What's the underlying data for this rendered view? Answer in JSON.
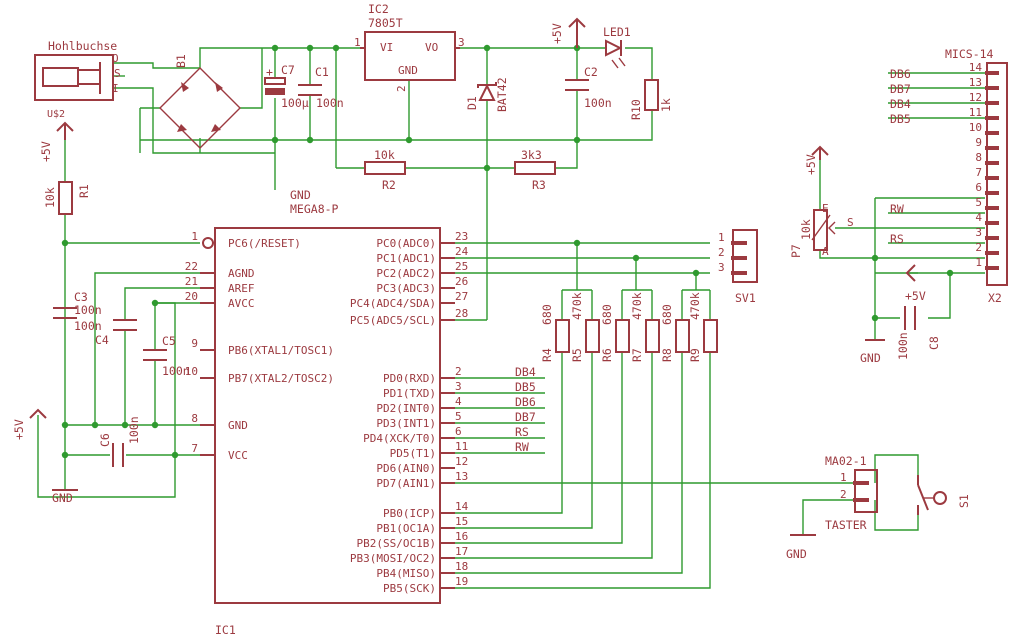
{
  "colors": {
    "symbol": "#9c3a40",
    "wire": "#2f9a2f",
    "background": "#ffffff"
  },
  "parts": {
    "hohlbuchse": {
      "name": "Hohlbuchse",
      "ref": "U$2",
      "pins": [
        "O",
        "S",
        "I"
      ]
    },
    "b1": {
      "name": "B1"
    },
    "c7": {
      "name": "C7",
      "value": "100µ"
    },
    "c1": {
      "name": "C1",
      "value": "100n"
    },
    "ic2": {
      "name": "IC2",
      "value": "7805T",
      "vi": "VI",
      "vo": "VO",
      "gnd": "GND",
      "pin1": "1",
      "pin2": "2",
      "pin3": "3"
    },
    "d1": {
      "name": "D1",
      "value": "BAT42"
    },
    "c2": {
      "name": "C2",
      "value": "100n"
    },
    "led1": {
      "name": "LED1"
    },
    "r10": {
      "name": "R10",
      "value": "1k"
    },
    "r1": {
      "name": "R1",
      "value": "10k"
    },
    "r2": {
      "name": "R2",
      "value": "10k"
    },
    "r3": {
      "name": "R3",
      "value": "3k3"
    },
    "c3": {
      "name": "C3",
      "value": "100n"
    },
    "c4": {
      "name": "C4",
      "value": "100n"
    },
    "c5": {
      "name": "C5",
      "value": "100n"
    },
    "c6": {
      "name": "C6",
      "value": "100n"
    },
    "c8": {
      "name": "C8",
      "value": "100n"
    },
    "sv1": {
      "name": "SV1",
      "pins": [
        "1",
        "2",
        "3"
      ]
    },
    "x2": {
      "name": "X2",
      "value": "MICS-14",
      "pins": [
        "14",
        "13",
        "12",
        "11",
        "10",
        "9",
        "8",
        "7",
        "6",
        "5",
        "4",
        "3",
        "2",
        "1"
      ]
    },
    "p7": {
      "name": "P7",
      "value": "10k",
      "a": "A",
      "e": "E",
      "s": "S"
    },
    "ma02": {
      "name": "MA02-1",
      "value": "TASTER",
      "pins": [
        "1",
        "2"
      ]
    },
    "s1": {
      "name": "S1"
    },
    "r4": {
      "name": "R4",
      "value": "680"
    },
    "r5": {
      "name": "R5",
      "value": "470k"
    },
    "r6": {
      "name": "R6",
      "value": "680"
    },
    "r7": {
      "name": "R7",
      "value": "470k"
    },
    "r8": {
      "name": "R8",
      "value": "680"
    },
    "r9": {
      "name": "R9",
      "value": "470k"
    }
  },
  "ic1": {
    "name": "IC1",
    "value": "MEGA8-P",
    "left_pins": [
      {
        "num": "1",
        "label": "PC6(/RESET)"
      },
      {
        "num": "22",
        "label": "AGND"
      },
      {
        "num": "21",
        "label": "AREF"
      },
      {
        "num": "20",
        "label": "AVCC"
      },
      {
        "num": "9",
        "label": "PB6(XTAL1/TOSC1)"
      },
      {
        "num": "10",
        "label": "PB7(XTAL2/TOSC2)"
      },
      {
        "num": "8",
        "label": "GND"
      },
      {
        "num": "7",
        "label": "VCC"
      }
    ],
    "right_pins": [
      {
        "num": "23",
        "label": "PC0(ADC0)"
      },
      {
        "num": "24",
        "label": "PC1(ADC1)"
      },
      {
        "num": "25",
        "label": "PC2(ADC2)"
      },
      {
        "num": "26",
        "label": "PC3(ADC3)"
      },
      {
        "num": "27",
        "label": "PC4(ADC4/SDA)"
      },
      {
        "num": "28",
        "label": "PC5(ADC5/SCL)"
      },
      {
        "num": "2",
        "label": "PD0(RXD)"
      },
      {
        "num": "3",
        "label": "PD1(TXD)"
      },
      {
        "num": "4",
        "label": "PD2(INT0)"
      },
      {
        "num": "5",
        "label": "PD3(INT1)"
      },
      {
        "num": "6",
        "label": "PD4(XCK/T0)"
      },
      {
        "num": "11",
        "label": "PD5(T1)"
      },
      {
        "num": "12",
        "label": "PD6(AIN0)"
      },
      {
        "num": "13",
        "label": "PD7(AIN1)"
      },
      {
        "num": "14",
        "label": "PB0(ICP)"
      },
      {
        "num": "15",
        "label": "PB1(OC1A)"
      },
      {
        "num": "16",
        "label": "PB2(SS/OC1B)"
      },
      {
        "num": "17",
        "label": "PB3(MOSI/OC2)"
      },
      {
        "num": "18",
        "label": "PB4(MISO)"
      },
      {
        "num": "19",
        "label": "PB5(SCK)"
      }
    ]
  },
  "nets": {
    "vcc": "+5V",
    "gnd": "GND",
    "db4": "DB4",
    "db5": "DB5",
    "db6": "DB6",
    "db7": "DB7",
    "rs": "RS",
    "rw": "RW"
  }
}
